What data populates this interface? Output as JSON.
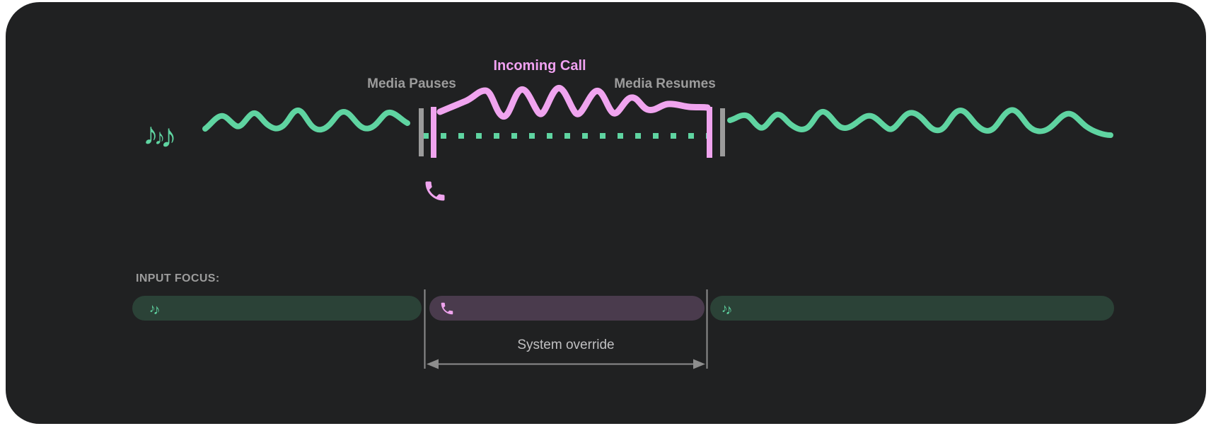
{
  "diagram": {
    "incoming_call_label": "Incoming Call",
    "media_pauses_label": "Media Pauses",
    "media_resumes_label": "Media Resumes"
  },
  "input_focus": {
    "heading": "INPUT FOCUS:",
    "system_override_label": "System override",
    "segments": [
      {
        "id": "media-before-call",
        "kind": "media",
        "icon": "music-notes-icon"
      },
      {
        "id": "incoming-call",
        "kind": "call",
        "icon": "phone-icon"
      },
      {
        "id": "media-after-call",
        "kind": "media",
        "icon": "music-notes-icon"
      }
    ]
  },
  "icons": {
    "music_note_glyph": "♪"
  },
  "colors": {
    "panel_background": "#202122",
    "media_green": "#5fd4a1",
    "media_pill_green": "#2b4237",
    "call_pink": "#f0a4ef",
    "call_pill_purple": "#4a3b4d",
    "marker_gray": "#9b9b9b",
    "label_gray": "#9c9c9c",
    "override_text_gray": "#c0c0c2"
  }
}
